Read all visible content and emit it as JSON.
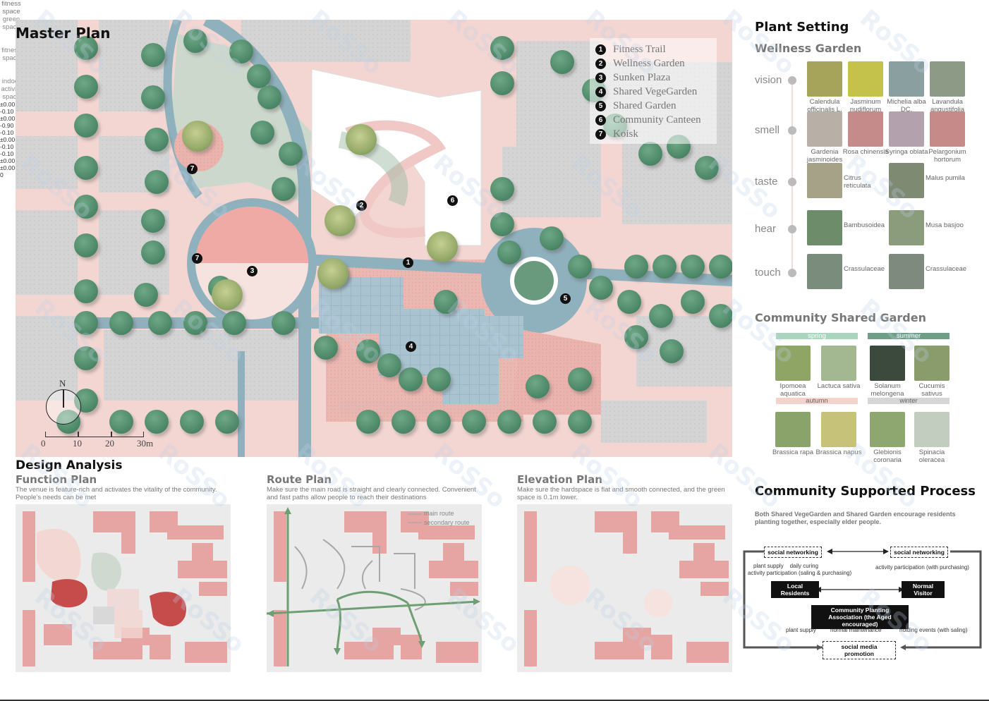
{
  "titles": {
    "master_plan": "Master Plan",
    "plant_setting": "Plant Setting",
    "wellness_garden": "Wellness Garden",
    "community_shared_garden": "Community Shared Garden",
    "community_supported_process": "Community Supported Process",
    "design_analysis": "Design Analysis"
  },
  "legend": [
    {
      "num": "1",
      "label": "Fitness Trail"
    },
    {
      "num": "2",
      "label": "Wellness Garden"
    },
    {
      "num": "3",
      "label": "Sunken Plaza"
    },
    {
      "num": "4",
      "label": "Shared VegeGarden"
    },
    {
      "num": "5",
      "label": "Shared Garden"
    },
    {
      "num": "6",
      "label": "Community Canteen"
    },
    {
      "num": "7",
      "label": "Koisk"
    }
  ],
  "compass": {
    "north": "N"
  },
  "scale": {
    "labels": [
      "0",
      "10",
      "20",
      "30m"
    ]
  },
  "wellness_senses": [
    {
      "sense": "vision",
      "plants": [
        "Calendula officinalis L.",
        "Jasminum nudiflorum",
        "Michelia alba DC.",
        "Lavandula angustifolia Mill."
      ]
    },
    {
      "sense": "smell",
      "plants": [
        "Gardenia jasminoides",
        "Rosa chinensis",
        "Syringa oblata",
        "Pelargonium hortorum"
      ]
    },
    {
      "sense": "taste",
      "plants": [
        "Citrus reticulata",
        "Malus pumila"
      ]
    },
    {
      "sense": "hear",
      "plants": [
        "Bambusoidea",
        "Musa basjoo"
      ]
    },
    {
      "sense": "touch",
      "plants": [
        "Crassulaceae",
        "Crassulaceae"
      ]
    }
  ],
  "seasons": {
    "spring": {
      "label": "spring",
      "plants": [
        "Ipomoea aquatica",
        "Lactuca sativa"
      ]
    },
    "summer": {
      "label": "summer",
      "plants": [
        "Solanum melongena",
        "Cucumis sativus"
      ]
    },
    "autumn": {
      "label": "autumn",
      "plants": [
        "Brassica rapa",
        "Brassica napus"
      ]
    },
    "winter": {
      "label": "winter",
      "plants": [
        "Glebionis coronaria",
        "Spinacia oleracea"
      ]
    }
  },
  "analysis": {
    "function": {
      "title": "Function Plan",
      "desc": "The venue is feature-rich and activates the vitality of the community. People's needs can be met",
      "labels": [
        "fitness space",
        "green space",
        "activity space",
        "fitness space",
        "activity space",
        "indoor activity space"
      ]
    },
    "route": {
      "title": "Route Plan",
      "desc": "Make sure the main road is straight and clearly connected. Convenient and fast paths allow people to reach their destinations",
      "legend": [
        "main route",
        "secondary route"
      ]
    },
    "elevation": {
      "title": "Elevation Plan",
      "desc": "Make sure the hardspace is flat and smooth connected, and the green space is 0.1m lower.",
      "levels": [
        "±0.00",
        "-0.10",
        "±0.00",
        "-0.90",
        "-0.10",
        "±0.00",
        "-0.10",
        "-0.10",
        "±0.00",
        "±0.00",
        "0"
      ]
    }
  },
  "process": {
    "desc": "Both Shared VegeGarden and Shared Garden encourage residents planting together, especially elder people.",
    "social_networking_left": "social networking",
    "social_networking_right": "social networking",
    "left_notes": "plant supply    daily curing",
    "left_notes2": "activity participation (saling & purchasing)",
    "right_notes": "activity participation (with purchasing)",
    "local_residents": "Local Residents",
    "normal_visitor": "Normal Visitor",
    "association": "Community Planting Association (the Aged encouraged)",
    "plant_supply": "plant supply",
    "normal_maintenance": "normal maintenance",
    "holding_events": "holding events (with saling)",
    "social_media": "social media promotion"
  },
  "watermark": "RoSSo",
  "colors": {
    "pink": "#f2c9c4",
    "road": "#8fb0bd",
    "tree": "#4f8a6a",
    "spring": "#a9d4be",
    "summer": "#6e9f86",
    "autumn": "#f3d3cc",
    "winter": "#d6d6d6"
  }
}
